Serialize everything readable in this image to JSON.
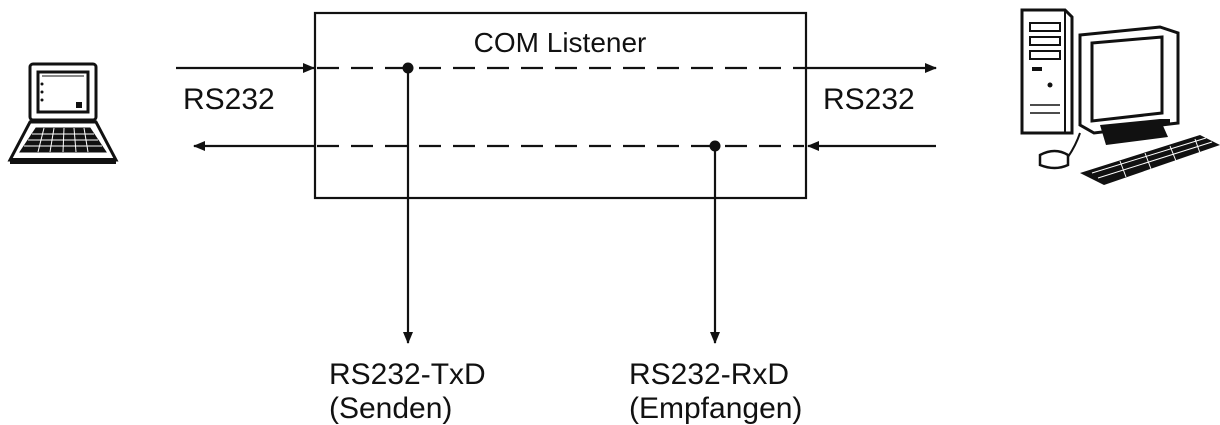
{
  "box": {
    "title": "COM Listener"
  },
  "left_link": {
    "label": "RS232"
  },
  "right_link": {
    "label": "RS232"
  },
  "taps": [
    {
      "line1": "RS232-TxD",
      "line2": "(Senden)"
    },
    {
      "line1": "RS232-RxD",
      "line2": "(Empfangen)"
    }
  ],
  "devices": {
    "left": "laptop-icon",
    "right": "desktop-pc-icon"
  },
  "colors": {
    "ink": "#111111",
    "background": "#ffffff"
  }
}
